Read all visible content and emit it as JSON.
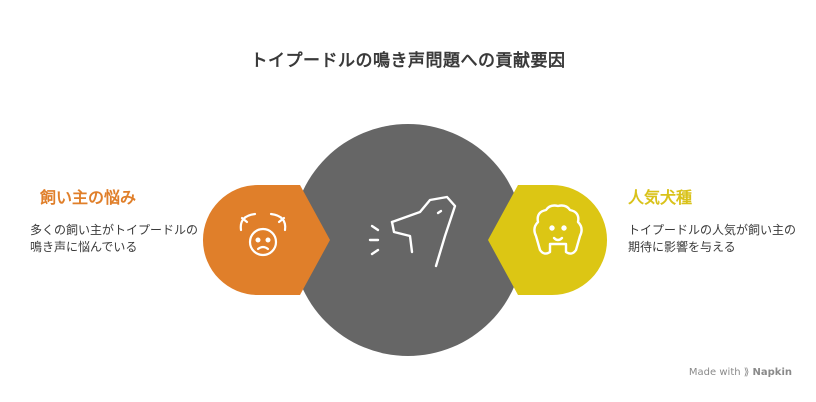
{
  "title": "トイプードルの鳴き声問題への貢献要因",
  "left": {
    "heading": "飼い主の悩み",
    "text": "多くの飼い主がトイプードルの鳴き声に悩んでいる",
    "color": "#e07f2a",
    "icon": "worried-face-hands-icon"
  },
  "right": {
    "heading": "人気犬種",
    "text": "トイプードルの人気が飼い主の期待に影響を与える",
    "color": "#dcc614",
    "icon": "poodle-face-icon"
  },
  "center": {
    "color": "#666666",
    "icon": "barking-dog-icon"
  },
  "footer": {
    "made_with": "Made with",
    "brand": "Napkin"
  }
}
